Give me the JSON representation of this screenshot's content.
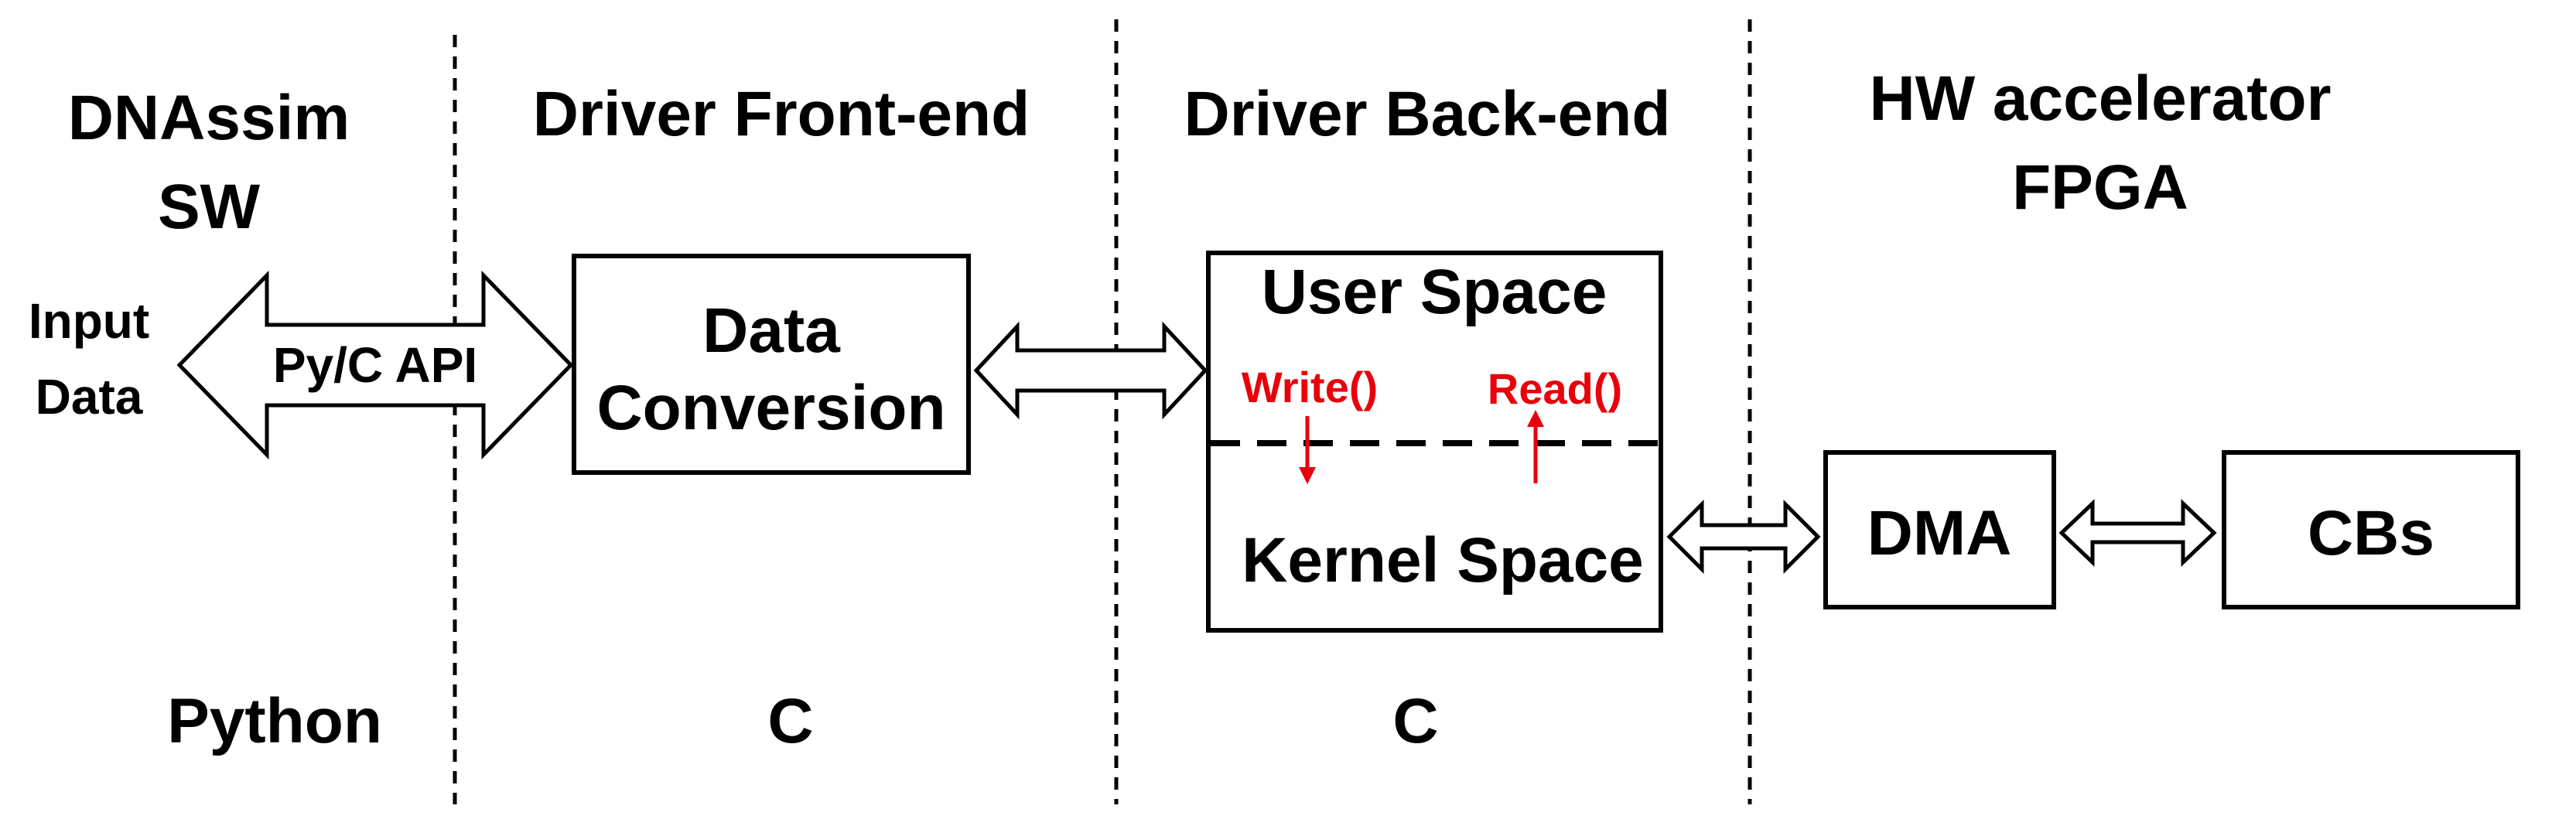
{
  "sections": {
    "sw": {
      "title_line1": "DNAssim",
      "title_line2": "SW",
      "input_line1": "Input",
      "input_line2": "Data",
      "api_label": "Py/C API",
      "language": "Python"
    },
    "front_end": {
      "title": "Driver Front-end",
      "box_line1": "Data",
      "box_line2": "Conversion",
      "language": "C"
    },
    "back_end": {
      "title": "Driver Back-end",
      "user_space": "User Space",
      "write_call": "Write()",
      "read_call": "Read()",
      "kernel_space": "Kernel Space",
      "language": "C"
    },
    "hw": {
      "title_line1": "HW accelerator",
      "title_line2": "FPGA",
      "dma": "DMA",
      "cbs": "CBs"
    }
  },
  "colors": {
    "stroke": "#000000",
    "accent_red": "#e8000b",
    "background": "#ffffff"
  }
}
